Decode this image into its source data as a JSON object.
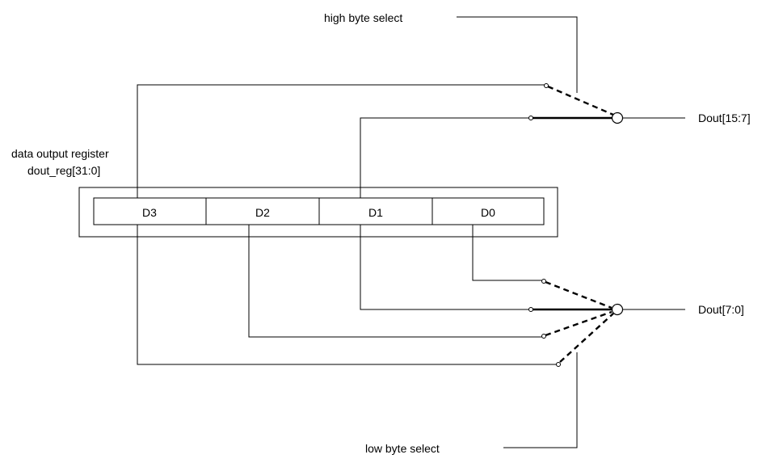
{
  "register": {
    "caption_line1": "data output register",
    "caption_line2": "dout_reg[31:0]",
    "cells": [
      "D3",
      "D2",
      "D1",
      "D0"
    ]
  },
  "high_mux": {
    "select_label": "high byte select",
    "output_label": "Dout[15:7]"
  },
  "low_mux": {
    "select_label": "low byte select",
    "output_label": "Dout[7:0]"
  }
}
